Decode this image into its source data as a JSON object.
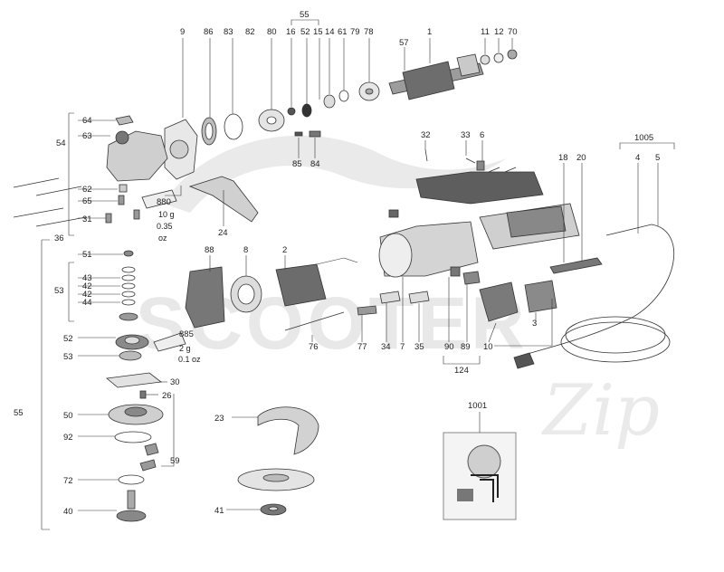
{
  "watermark": {
    "brand": "SCOOTER",
    "script": "Zip",
    "color": "#d6d6d6"
  },
  "callouts": {
    "c1": "1",
    "c2": "2",
    "c3": "3",
    "c6": "6",
    "c7": "7",
    "c8": "8",
    "c9": "9",
    "c10": "10",
    "c11": "11",
    "c12": "12",
    "c14": "14",
    "c15": "15",
    "c16": "16",
    "c18": "18",
    "c20": "20",
    "c23": "23",
    "c24": "24",
    "c26": "26",
    "c30": "30",
    "c31": "31",
    "c32": "32",
    "c33": "33",
    "c34": "34",
    "c35": "35",
    "c36": "36",
    "c40": "40",
    "c41": "41",
    "c42a": "42",
    "c42b": "42",
    "c43": "43",
    "c44": "44",
    "c50": "50",
    "c51": "51",
    "c52": "52",
    "c52b": "52",
    "c53a": "53",
    "c53b": "53",
    "c54": "54",
    "c55a": "55",
    "c55b": "55",
    "c57": "57",
    "c59": "59",
    "c61": "61",
    "c62": "62",
    "c63": "63",
    "c64": "64",
    "c65": "65",
    "c70": "70",
    "c72": "72",
    "c76": "76",
    "c77": "77",
    "c78": "78",
    "c79": "79",
    "c80": "80",
    "c82": "82",
    "c83": "83",
    "c84": "84",
    "c85": "85",
    "c86": "86",
    "c88": "88",
    "c89": "89",
    "c90": "90",
    "c92": "92",
    "c124": "124",
    "c880": "880",
    "c885": "885",
    "c1001": "1001",
    "c1005": "1005",
    "c4": "4",
    "c5": "5"
  },
  "grease_880": {
    "amount": "10 g",
    "amount_oz": "0.35",
    "unit": "oz"
  },
  "grease_885": {
    "amount": "2 g",
    "amount_oz": "0.1 oz"
  }
}
